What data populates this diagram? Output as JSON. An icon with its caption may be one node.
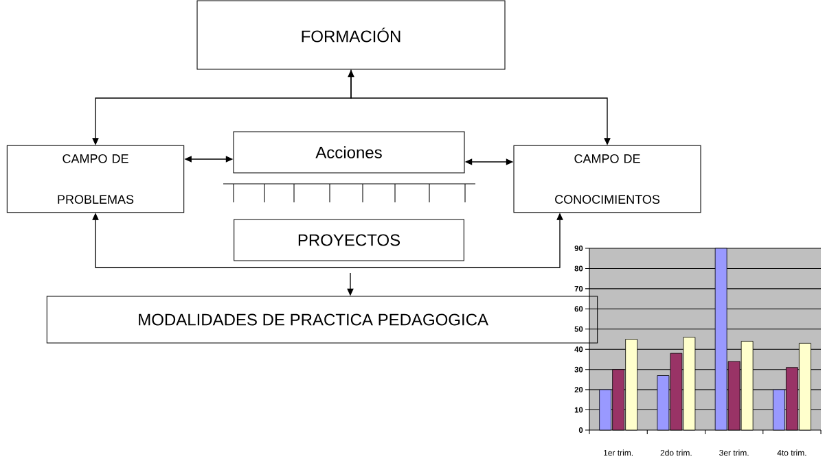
{
  "diagram": {
    "nodes": [
      {
        "text": [
          "FORMACIÓN"
        ]
      },
      {
        "text": [
          "CAMPO DE PROBLEMAS"
        ]
      },
      {
        "text": [
          "Acciones"
        ]
      },
      {
        "text": [
          "CAMPO DE CONOCIMIENTOS"
        ]
      },
      {
        "text": [
          "PROYECTOS"
        ]
      },
      {
        "text": [
          "MODALIDADES DE PRACTICA PEDAGOGICA"
        ]
      }
    ],
    "edges": [
      {
        "from": 1,
        "to": 0,
        "arrow": "both"
      },
      {
        "from": 0,
        "to": 3,
        "arrow": "to"
      },
      {
        "from": 1,
        "to": 2,
        "arrow": "both"
      },
      {
        "from": 2,
        "to": 3,
        "arrow": "both"
      },
      {
        "from": 3,
        "to": 1,
        "arrow": "both"
      },
      {
        "from": null,
        "to": 5,
        "arrow": "to"
      }
    ],
    "chart_data": {
      "type": "bar",
      "categories": [
        "1er trim.",
        "2do trim.",
        "3er trim.",
        "4to trim."
      ],
      "series": [
        {
          "color": "#9999ff",
          "values": [
            20,
            27,
            90,
            20
          ]
        },
        {
          "color": "#993366",
          "values": [
            30,
            38,
            34,
            31
          ]
        },
        {
          "color": "#ffffcc",
          "values": [
            45,
            46,
            44,
            43
          ]
        }
      ],
      "ylim": [
        0,
        90
      ],
      "grid": true,
      "yticks": [
        0,
        10,
        20,
        30,
        40,
        50,
        60,
        70,
        80,
        90
      ]
    }
  }
}
